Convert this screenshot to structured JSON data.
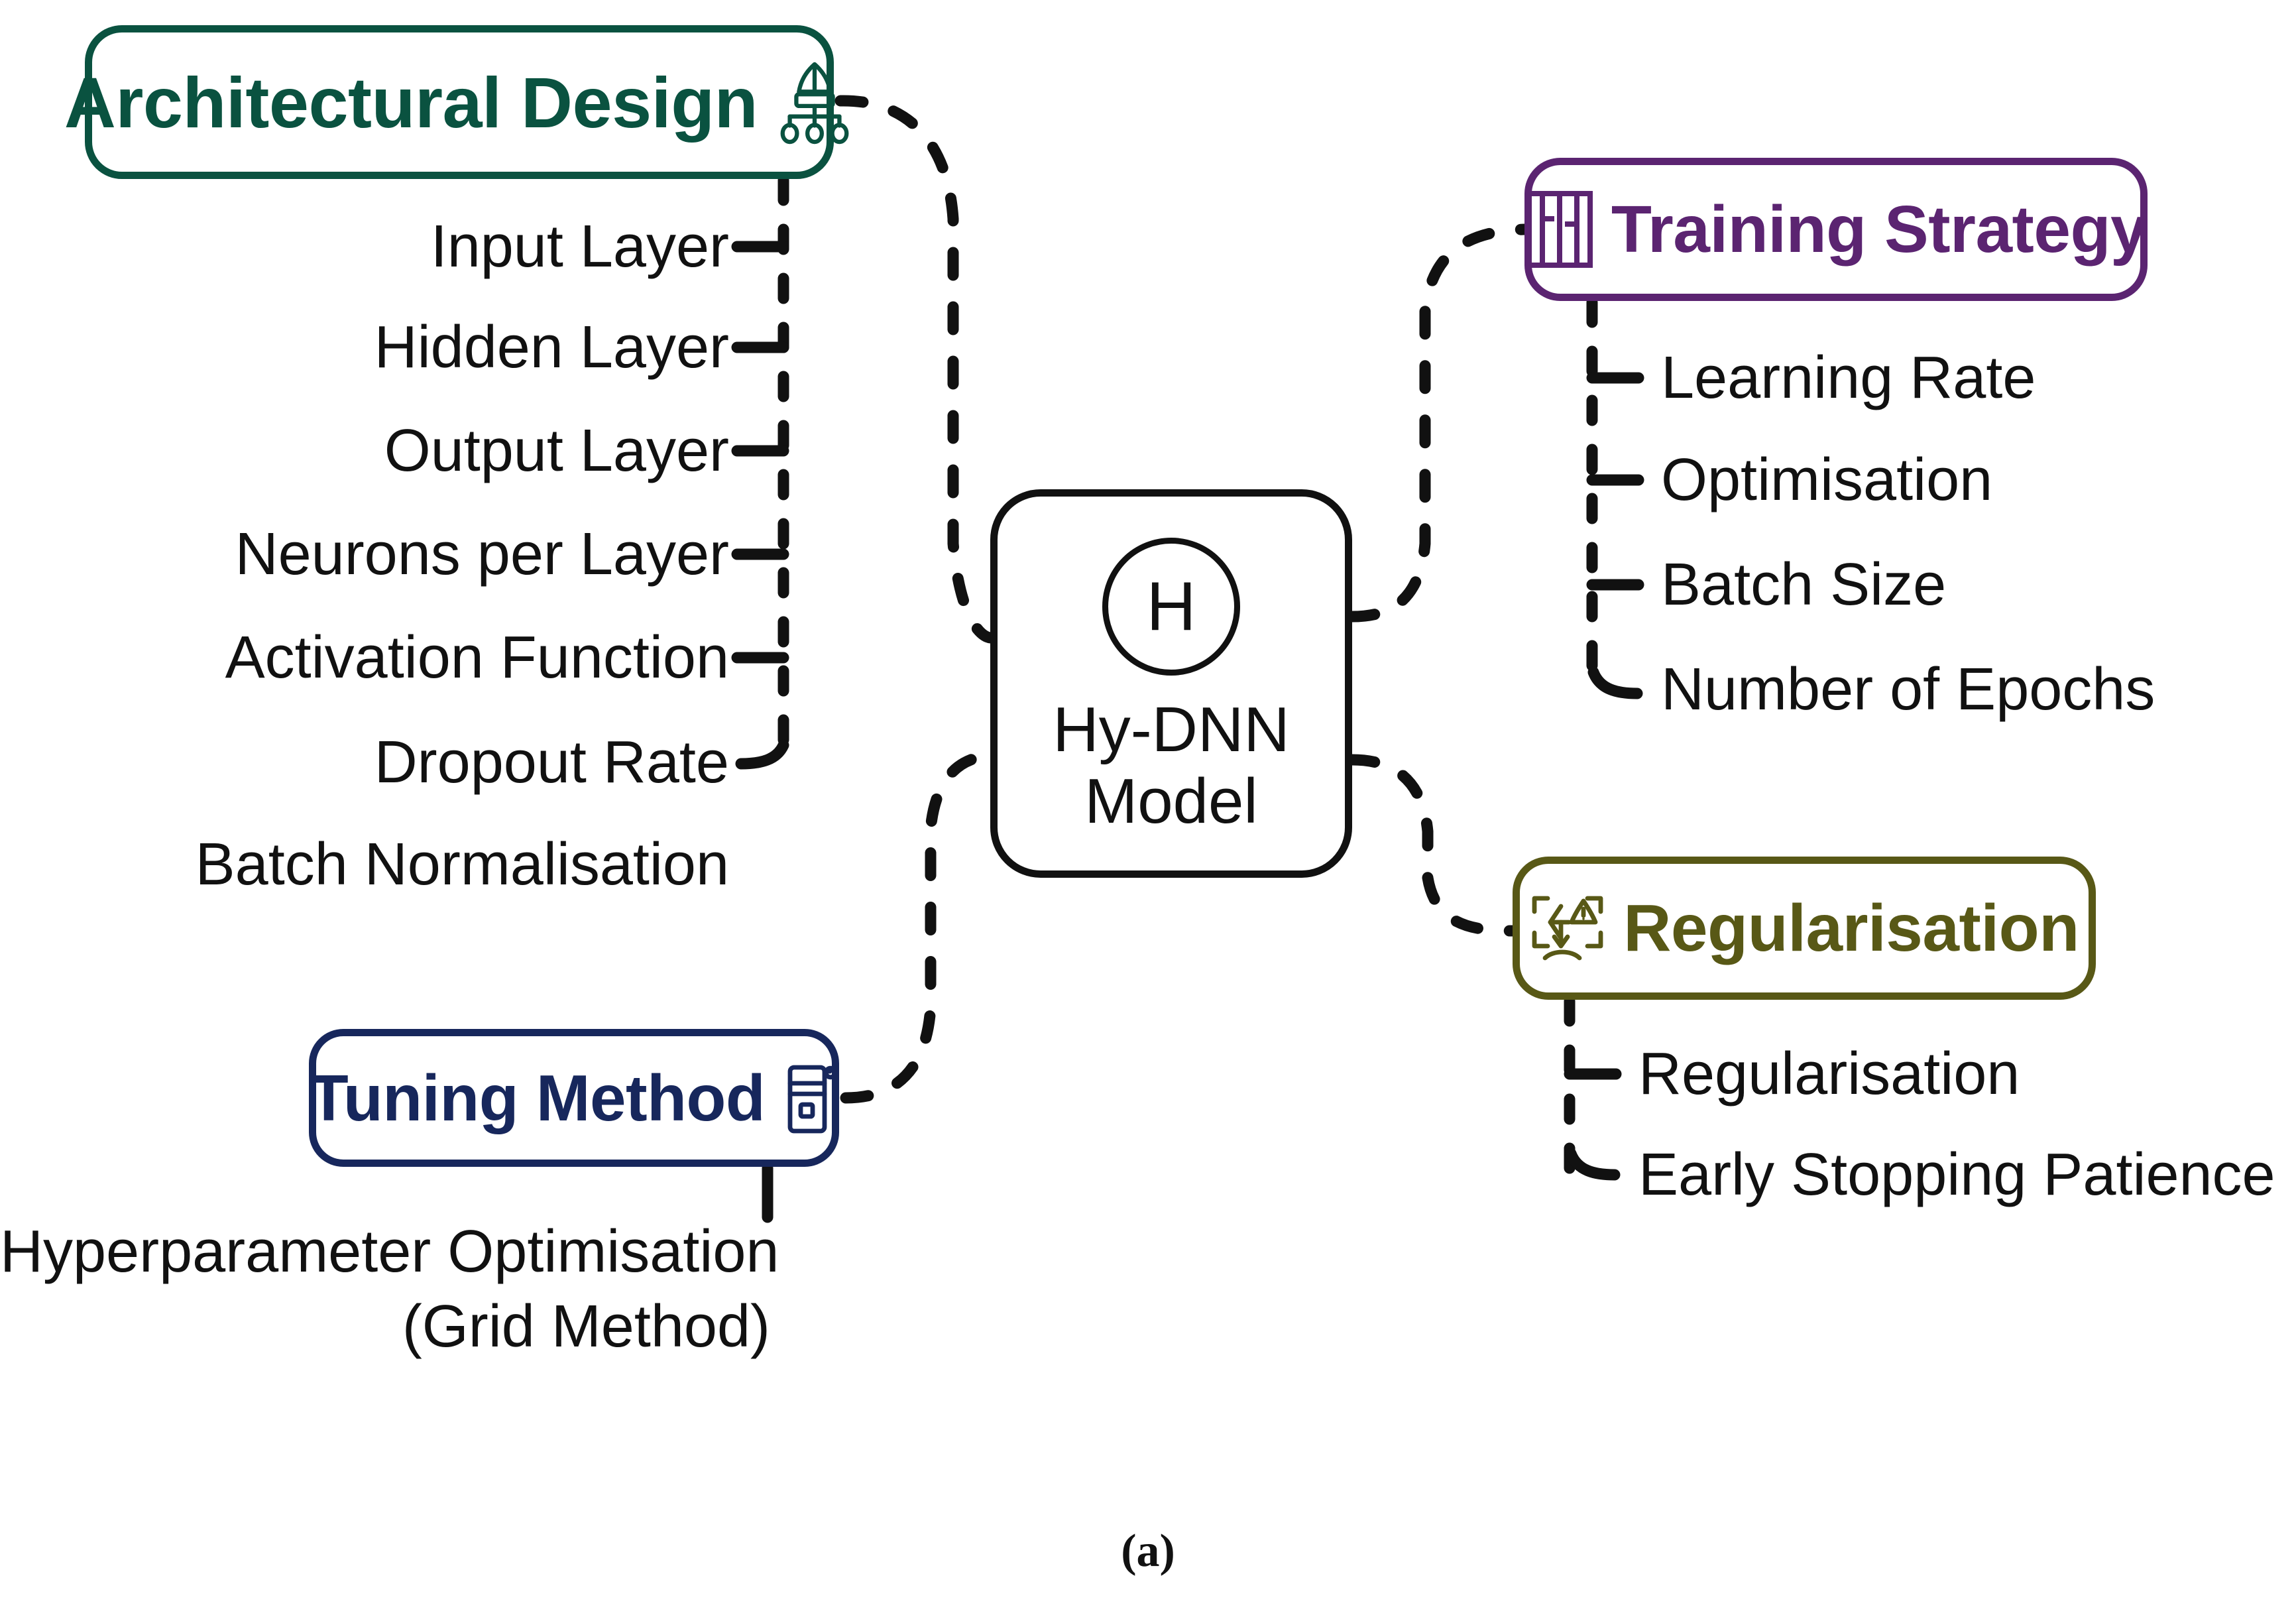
{
  "figure": {
    "caption": "(a)",
    "center_node": {
      "badge": "H",
      "title_line1": "Hy-DNN",
      "title_line2": "Model"
    }
  },
  "colors": {
    "architectural": "#0a5240",
    "training": "#5b2471",
    "regularisation": "#585816",
    "tuning": "#17275c",
    "center": "#111111",
    "background": "#ffffff"
  },
  "branches": {
    "architectural": {
      "label": "Architectural Design",
      "icon": "hierarchy-icon",
      "items": [
        "Input Layer",
        "Hidden Layer",
        "Output Layer",
        "Neurons per Layer",
        "Activation Function",
        "Dropout Rate"
      ],
      "extra_item": "Batch Normalisation"
    },
    "training": {
      "label": "Training Strategy",
      "icon": "chart-bars-icon",
      "items": [
        "Learning Rate",
        "Optimisation",
        "Batch Size",
        "Number of Epochs"
      ]
    },
    "regularisation": {
      "label": "Regularisation",
      "icon": "warning-scan-icon",
      "items": [
        "Regularisation",
        "Early Stopping Patience"
      ]
    },
    "tuning": {
      "label": "Tuning Method",
      "icon": "tuner-icon",
      "items_line1": "Hyperparameter Optimisation",
      "items_line2": "(Grid Method)"
    }
  }
}
